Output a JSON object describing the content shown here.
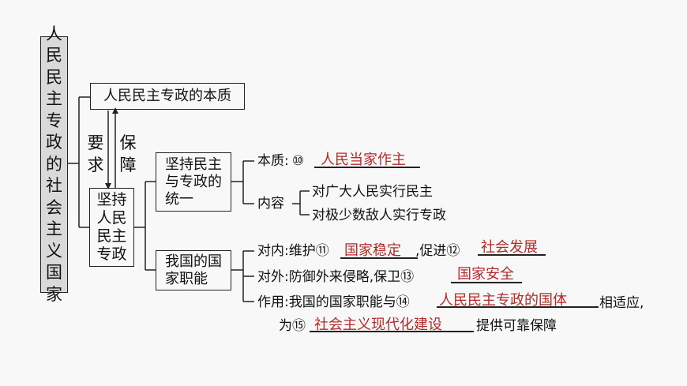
{
  "root": {
    "title": "人民民主专政的社会主义国家"
  },
  "essence_box": {
    "label": "人民民主专政的本质"
  },
  "arrows": {
    "down_label": "要求",
    "up_label": "保障"
  },
  "left_node": {
    "label": "坚持人民民主专政"
  },
  "node_unity": {
    "label_lines": [
      "坚持民主",
      "与专政的",
      "统一"
    ]
  },
  "node_functions": {
    "label_lines": [
      "我国的国",
      "家职能"
    ]
  },
  "unity": {
    "essence_prefix": "本质:",
    "essence_num": "⑩",
    "essence_answer": "人民当家作主",
    "content_label": "内容",
    "content_items": [
      "对广大人民实行民主",
      "对极少数敌人实行专政"
    ]
  },
  "functions": {
    "internal_prefix": "对内:维护",
    "internal_num1": "⑪",
    "internal_answer1": "国家稳定",
    "internal_mid": ",促进",
    "internal_num2": "⑫",
    "internal_answer2": "社会发展",
    "external_prefix": "对外:防御外来侵略,保卫",
    "external_num": "⑬",
    "external_answer": "国家安全",
    "role_prefix": "作用:我国的国家职能与",
    "role_num": "⑭",
    "role_answer": "人民民主专政的国体",
    "role_suffix": "相适应,",
    "role2_prefix": "为",
    "role2_num": "⑮",
    "role2_answer": "社会主义现代化建设",
    "role2_suffix": "提供可靠保障"
  },
  "colors": {
    "answer": "#b42a2a",
    "root_fill": "#d9d9d9",
    "background": "#f8f8f8"
  }
}
